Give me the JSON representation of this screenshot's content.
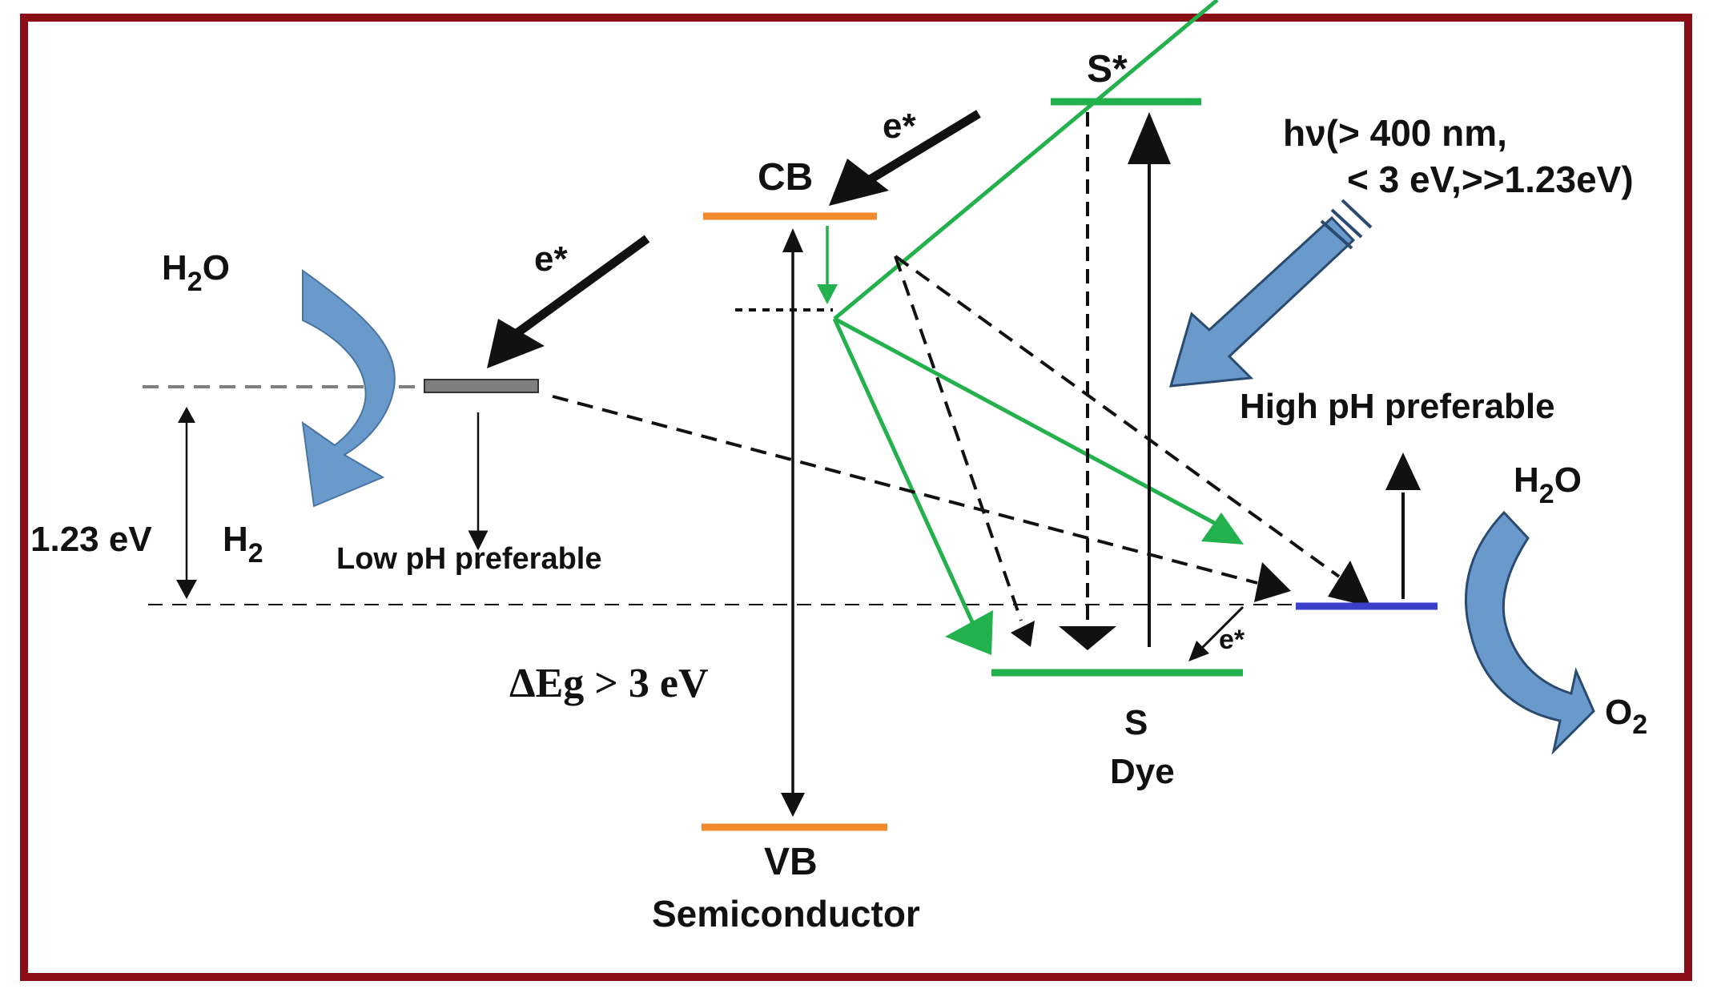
{
  "labels": {
    "h2o_left": "H",
    "h2o_left_sub": "2",
    "h2o_left_tail": "O",
    "h2_left": "H",
    "h2_left_sub": "2",
    "potential": "1.23 eV",
    "e_star_left": "e*",
    "low_ph": "Low pH  preferable",
    "e_star_cb": "e*",
    "cb": "CB",
    "vb": "VB",
    "semiconductor": "Semiconductor",
    "band_gap": "ΔEg > 3 eV",
    "s_star": "S*",
    "s": "S",
    "dye": "Dye",
    "hv_line1": "hν(> 400 nm,",
    "hv_line2": "< 3 eV,>>1.23eV)",
    "high_ph": "High pH preferable",
    "h2o_right": "H",
    "h2o_right_sub": "2",
    "h2o_right_tail": "O",
    "o2": "O",
    "o2_sub": "2",
    "e_star_dye": "e*"
  },
  "colors": {
    "frame": "#8b0d18",
    "band_orange": "#f08a2c",
    "dye_green": "#22b14c",
    "oxid_blue": "#3a3fcc",
    "h2_gray": "#7f7f7f",
    "big_arrow_blue": "#6a9acb",
    "arrow_black": "#111111"
  }
}
